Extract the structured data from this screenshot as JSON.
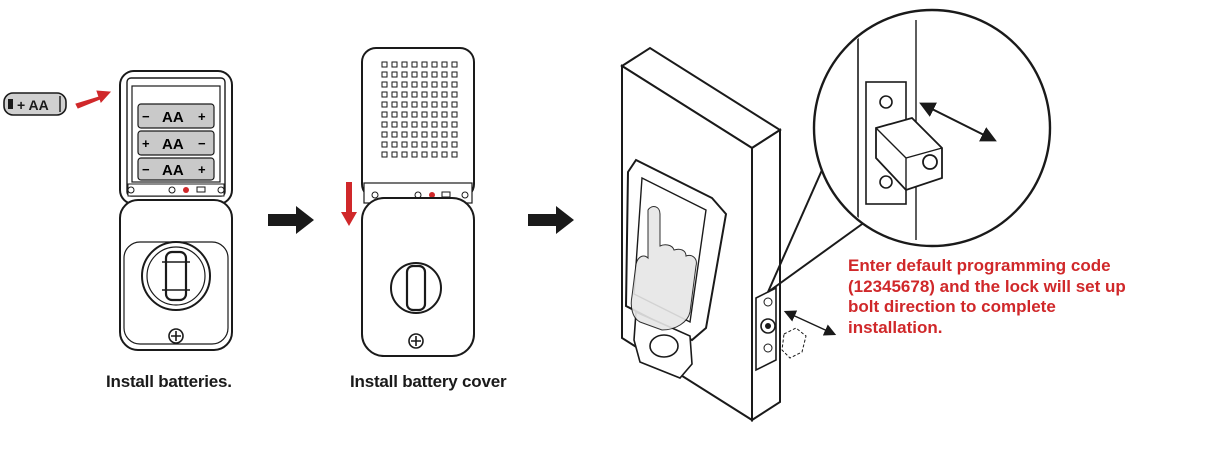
{
  "steps": [
    {
      "caption": "Install batteries."
    },
    {
      "caption": "Install battery cover"
    }
  ],
  "battery": {
    "loose_label": "+ AA",
    "cell_label": "AA",
    "plus": "+",
    "minus": "−"
  },
  "final_note": "Enter default programming code (12345678) and the lock will set up bolt direction to complete installation.",
  "colors": {
    "accent": "#d0282a",
    "ink": "#1a1a1a",
    "battery_fill": "#c9c9c9",
    "hand_fill": "#e6e6e6"
  },
  "icons": [
    "battery-icon",
    "red-insert-arrow",
    "step-arrow-icon",
    "red-down-arrow",
    "finger-press-icon",
    "bolt-motion-arrow"
  ]
}
